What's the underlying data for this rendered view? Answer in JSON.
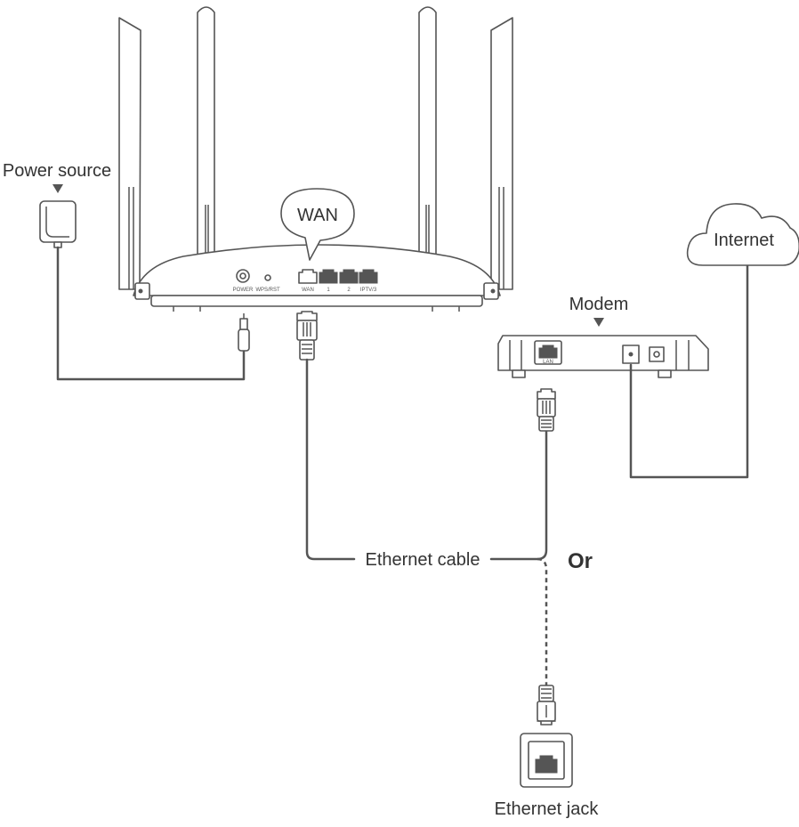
{
  "labels": {
    "power_source": "Power source",
    "wan_bubble": "WAN",
    "internet": "Internet",
    "modem": "Modem",
    "ethernet_cable": "Ethernet cable",
    "or": "Or",
    "ethernet_jack": "Ethernet jack"
  },
  "router_ports": {
    "power": "POWER",
    "wps_rst": "WPS/RST",
    "wan": "WAN",
    "lan1": "1",
    "lan2": "2",
    "iptv": "IPTV/3"
  },
  "modem_ports": {
    "lan": "LAN"
  },
  "colors": {
    "line": "#555555",
    "text": "#333333",
    "background": "#ffffff"
  }
}
